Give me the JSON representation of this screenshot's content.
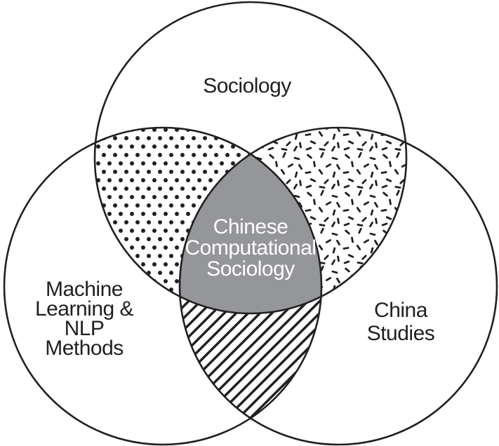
{
  "diagram": {
    "type": "venn-3-sets",
    "sets": [
      {
        "id": "sociology",
        "label": "Sociology"
      },
      {
        "id": "machine-learning-nlp-methods",
        "label": "Machine Learning & NLP Methods",
        "label_lines": [
          "Machine",
          "Learning &",
          "NLP",
          "Methods"
        ]
      },
      {
        "id": "china-studies",
        "label": "China Studies",
        "label_lines": [
          "China",
          "Studies"
        ]
      }
    ],
    "intersections": {
      "sociology_and_ml": {
        "pattern": "polka-dots"
      },
      "sociology_and_china": {
        "pattern": "confetti-dashes"
      },
      "ml_and_china": {
        "pattern": "diagonal-hatch"
      },
      "all_three": {
        "pattern": "solid-gray",
        "label": "Chinese Computational Sociology",
        "label_lines": [
          "Chinese",
          "Computational",
          "Sociology"
        ]
      }
    }
  },
  "colors": {
    "background": "#ffffff",
    "outline": "#231f20",
    "pattern_ink": "#231f20",
    "label_text": "#231f20",
    "center_fill": "#95969a",
    "center_text": "#ffffff"
  }
}
